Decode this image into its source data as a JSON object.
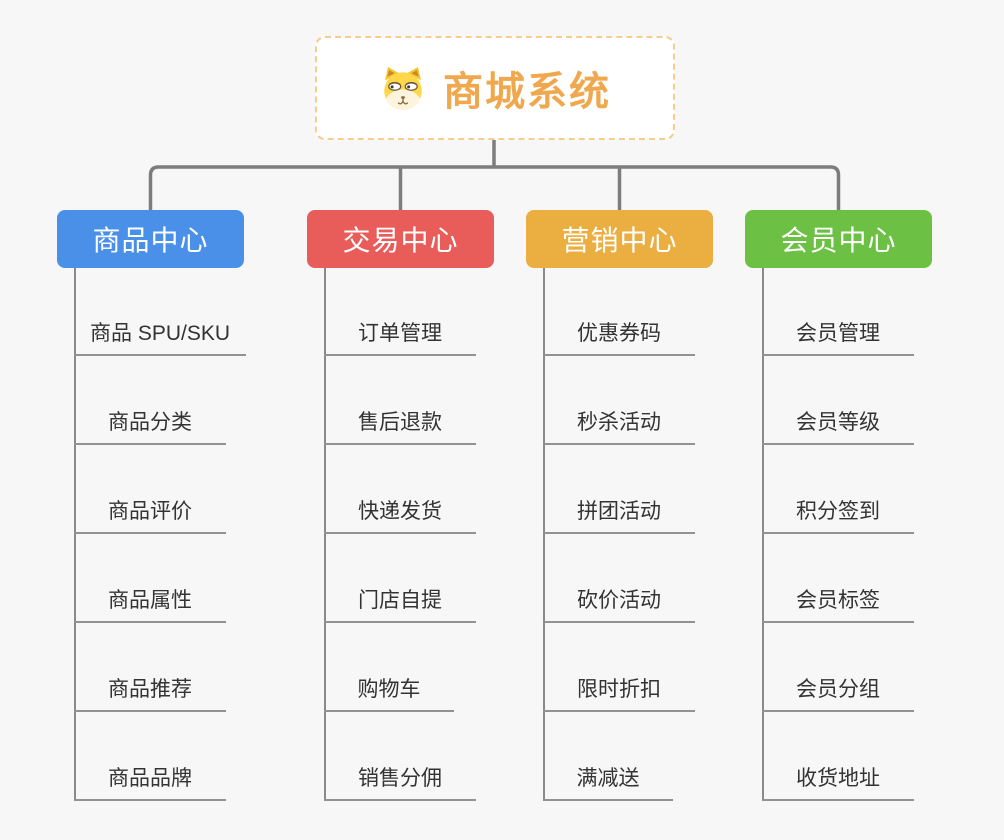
{
  "root": {
    "title": "商城系统",
    "icon": "dog-icon",
    "title_color": "#f0a84e",
    "border_color": "#f6cd8d"
  },
  "branches": [
    {
      "label": "商品中心",
      "color": "#4a90e8",
      "items": [
        "商品 SPU/SKU",
        "商品分类",
        "商品评价",
        "商品属性",
        "商品推荐",
        "商品品牌"
      ]
    },
    {
      "label": "交易中心",
      "color": "#e85c5a",
      "items": [
        "订单管理",
        "售后退款",
        "快递发货",
        "门店自提",
        "购物车",
        "销售分佣"
      ]
    },
    {
      "label": "营销中心",
      "color": "#ebae41",
      "items": [
        "优惠券码",
        "秒杀活动",
        "拼团活动",
        "砍价活动",
        "限时折扣",
        "满减送"
      ]
    },
    {
      "label": "会员中心",
      "color": "#6cc044",
      "items": [
        "会员管理",
        "会员等级",
        "积分签到",
        "会员标签",
        "会员分组",
        "收货地址"
      ]
    }
  ],
  "connector_color": "#7d7d7d",
  "line_color": "#929292",
  "background_color": "#f7f7f7",
  "item_text_color": "#333333"
}
